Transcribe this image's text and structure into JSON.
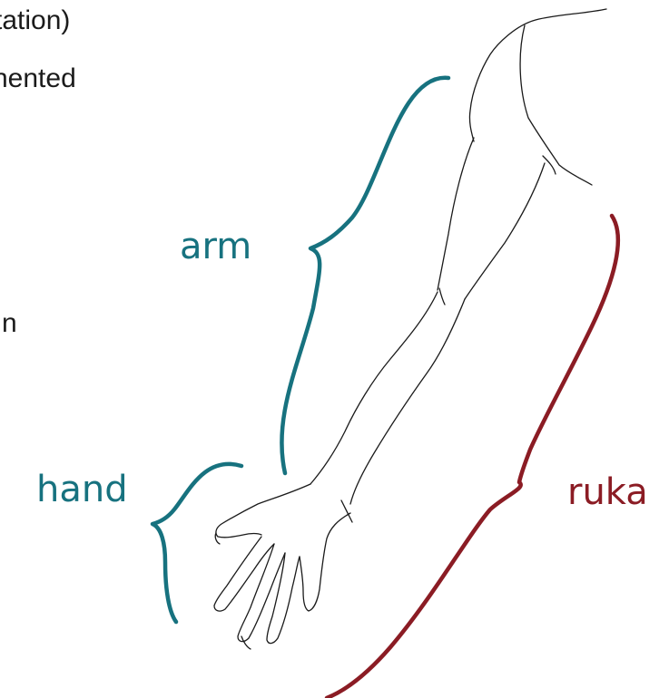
{
  "fragments": {
    "line1": "tation)",
    "line2": "nented",
    "line3": "n"
  },
  "labels": {
    "arm": "arm",
    "hand": "hand",
    "ruka": "ruka"
  },
  "colors": {
    "english_labels": "#17727f",
    "czech_label": "#8b1c24",
    "drawing": "#1a1a1a"
  }
}
